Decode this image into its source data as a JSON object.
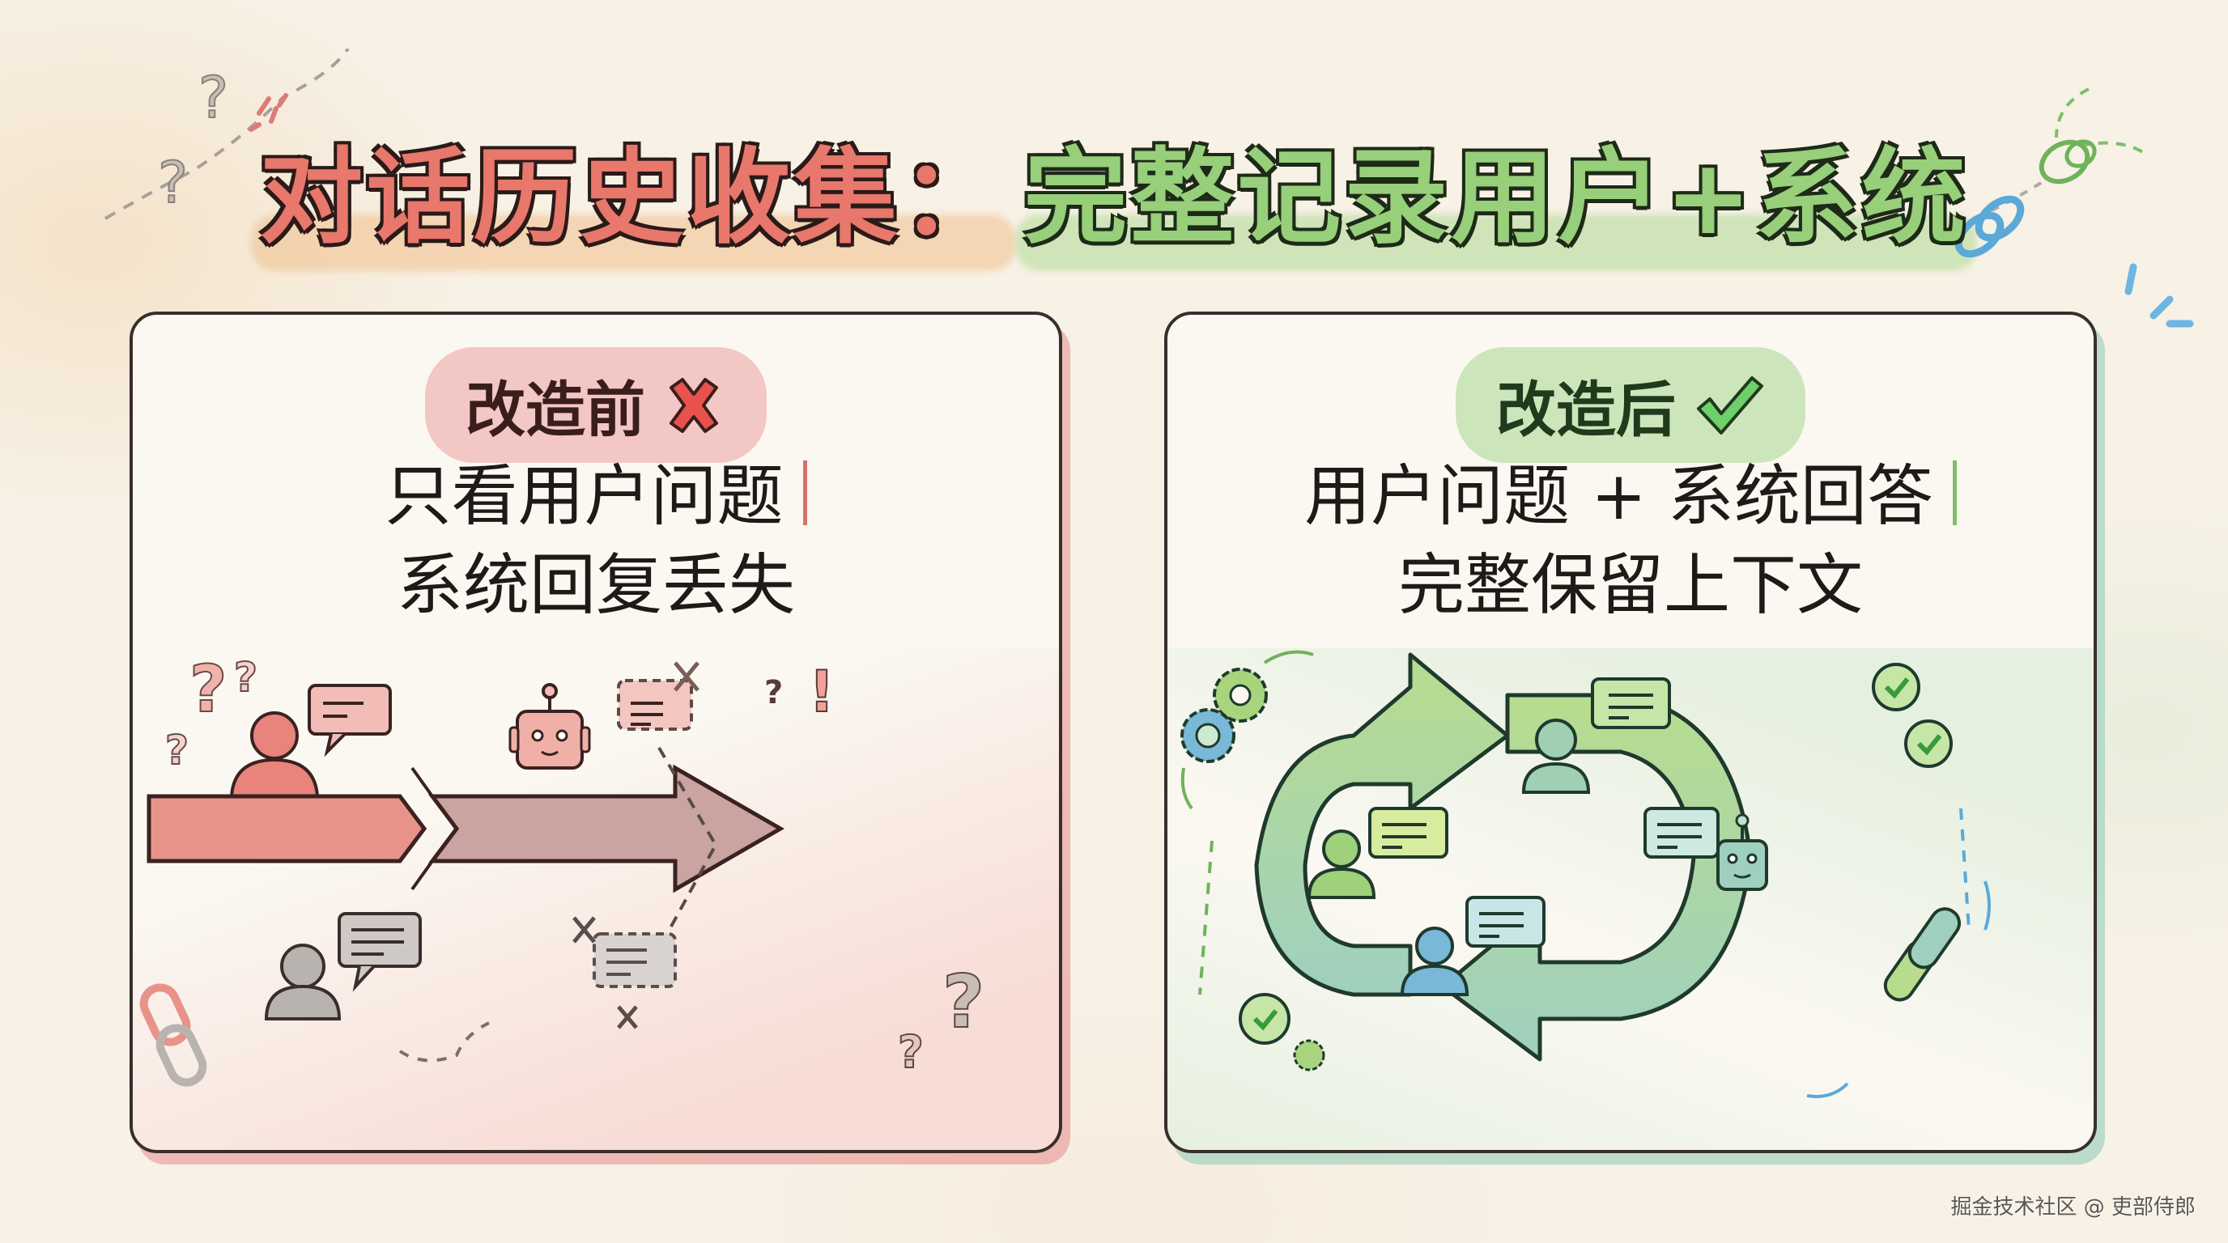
{
  "title": {
    "part_red": "对话历史收集：",
    "part_green": "完整记录用户+系统"
  },
  "panels": {
    "before": {
      "badge_label": "改造前",
      "badge_icon": "cross-icon",
      "lines": [
        "只看用户问题",
        "系统回复丢失"
      ],
      "accent_color": "#e8776c",
      "illustration": {
        "items": [
          "user-icon",
          "speech-bubble-icon",
          "robot-icon",
          "dashed-speech-bubble-icon (lost)",
          "broken-arrow-icon",
          "grey-user-icon",
          "grey-speech-bubble-icon",
          "broken-chain-icon",
          "question-mark-icons",
          "x-mark-icons",
          "exclamation-icon"
        ]
      }
    },
    "after": {
      "badge_label": "改造后",
      "badge_icon": "checkmark-icon",
      "lines": [
        "用户问题 + 系统回答",
        "完整保留上下文"
      ],
      "accent_color": "#7dbf6a",
      "illustration": {
        "items": [
          "cycle-arrows-icon",
          "user-icon",
          "speech-bubble-icon",
          "robot-icon",
          "gear-icon",
          "check-circle-icon",
          "chain-link-icon"
        ]
      }
    }
  },
  "watermark": "掘金技术社区 @ 吏部侍郎",
  "colors": {
    "background": "#f7f1e6",
    "red": "#e8776c",
    "green": "#97cf7a",
    "outline": "#2a1a18",
    "blue": "#5aa9d8"
  }
}
